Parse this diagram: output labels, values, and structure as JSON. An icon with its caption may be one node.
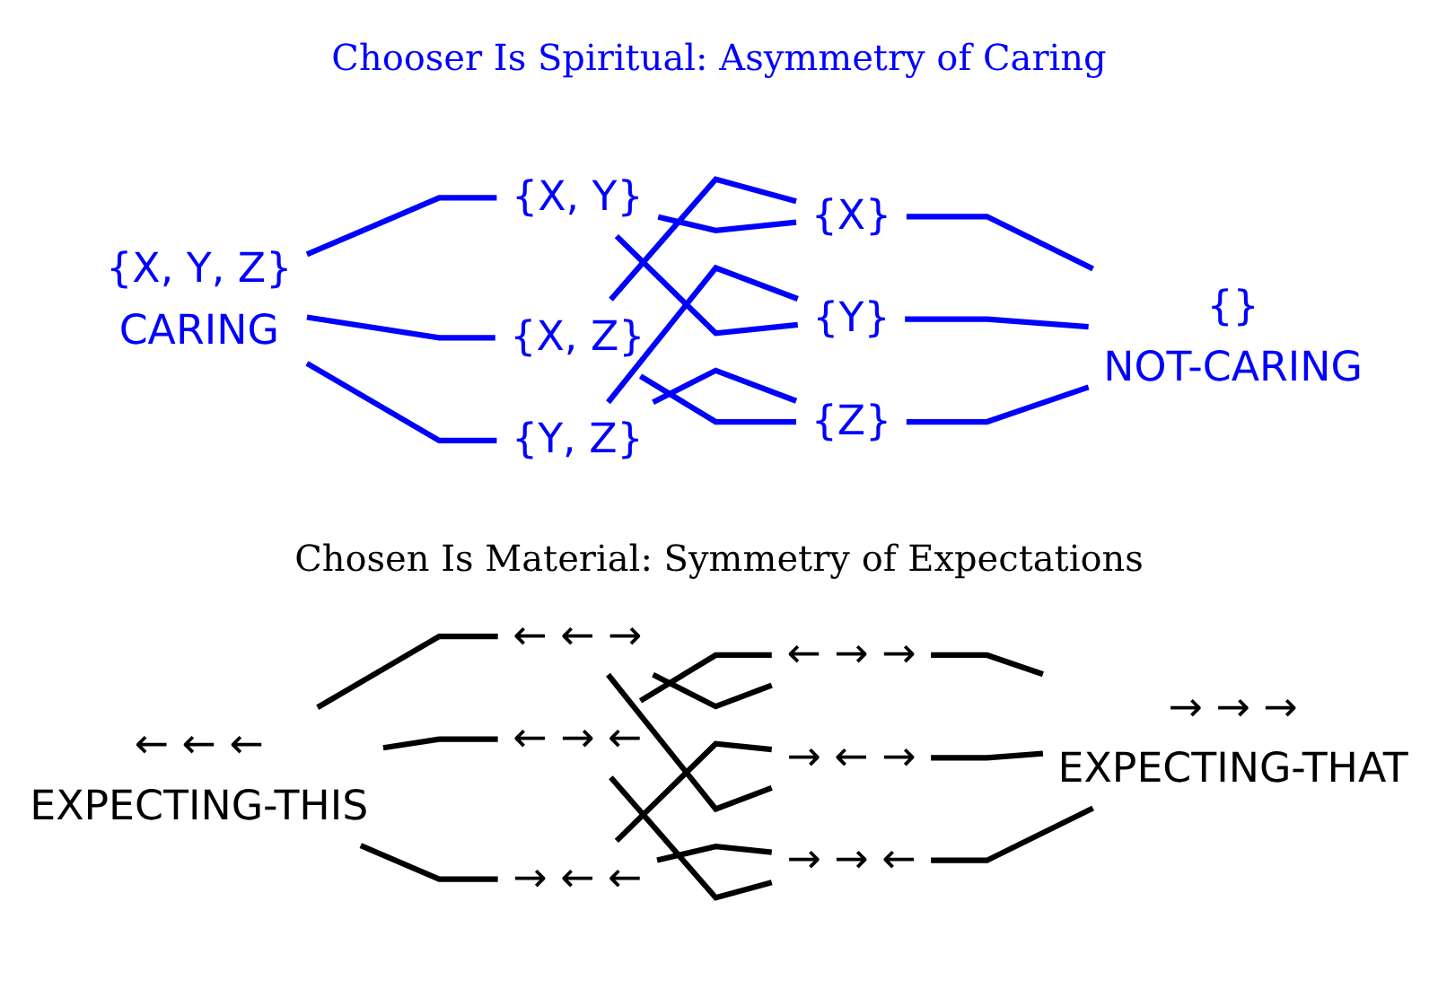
{
  "diagram": {
    "title": "Chooser Is Spiritual: Asymmetry of Caring",
    "nodes": [
      {
        "text": [
          "{X, Y, Z}"
        ],
        "beside": [
          "CARING"
        ]
      },
      {
        "text": [
          "{Y, Z}"
        ]
      },
      {
        "text": [
          "{X, Z}"
        ]
      },
      {
        "text": [
          "{X, Y}"
        ]
      },
      {
        "text": [
          "{X}"
        ]
      },
      {
        "text": [
          "{Y}"
        ]
      },
      {
        "text": [
          "{Z}"
        ]
      },
      {
        "text": [
          "{}"
        ],
        "beside": [
          "NOT-CARING"
        ]
      },
      {
        "text": [
          "← ← ←"
        ],
        "beside": [
          "EXPECTING-THIS"
        ]
      },
      {
        "text": [
          "→ ← ←"
        ]
      },
      {
        "text": [
          "← → ←"
        ]
      },
      {
        "text": [
          "← ← →"
        ]
      },
      {
        "text": [
          "← → →"
        ]
      },
      {
        "text": [
          "→ ← →"
        ]
      },
      {
        "text": [
          "→ → ←"
        ]
      },
      {
        "text": [
          "→ → →"
        ],
        "beside": [
          "EXPECTING-THAT"
        ]
      }
    ],
    "edges": [
      {
        "from": 0,
        "to": 1,
        "arrow": "none",
        "color": "#0000ff"
      },
      {
        "from": 0,
        "to": 2,
        "arrow": "none",
        "color": "#0000ff"
      },
      {
        "from": 0,
        "to": 3,
        "arrow": "none",
        "color": "#0000ff"
      },
      {
        "from": 1,
        "to": 5,
        "arrow": "none",
        "color": "#0000ff"
      },
      {
        "from": 1,
        "to": 6,
        "arrow": "none",
        "color": "#0000ff"
      },
      {
        "from": 2,
        "to": 4,
        "arrow": "none",
        "color": "#0000ff"
      },
      {
        "from": 2,
        "to": 6,
        "arrow": "none",
        "color": "#0000ff"
      },
      {
        "from": 3,
        "to": 4,
        "arrow": "none",
        "color": "#0000ff"
      },
      {
        "from": 3,
        "to": 5,
        "arrow": "none",
        "color": "#0000ff"
      },
      {
        "from": 4,
        "to": 7,
        "arrow": "none",
        "color": "#0000ff"
      },
      {
        "from": 5,
        "to": 7,
        "arrow": "none",
        "color": "#0000ff"
      },
      {
        "from": 6,
        "to": 7,
        "arrow": "none",
        "color": "#0000ff"
      },
      {
        "from": 8,
        "to": 9,
        "arrow": "none",
        "color": "#000000"
      },
      {
        "from": 8,
        "to": 10,
        "arrow": "none",
        "color": "#000000"
      },
      {
        "from": 8,
        "to": 11,
        "arrow": "none",
        "color": "#000000"
      },
      {
        "from": 9,
        "to": 13,
        "arrow": "none",
        "color": "#000000"
      },
      {
        "from": 9,
        "to": 14,
        "arrow": "none",
        "color": "#000000"
      },
      {
        "from": 10,
        "to": 12,
        "arrow": "none",
        "color": "#000000"
      },
      {
        "from": 10,
        "to": 14,
        "arrow": "none",
        "color": "#000000"
      },
      {
        "from": 11,
        "to": 12,
        "arrow": "none",
        "color": "#000000"
      },
      {
        "from": 11,
        "to": 13,
        "arrow": "none",
        "color": "#000000"
      },
      {
        "from": 12,
        "to": 15,
        "arrow": "none",
        "color": "#000000"
      },
      {
        "from": 13,
        "to": 15,
        "arrow": "none",
        "color": "#000000"
      },
      {
        "from": 14,
        "to": 15,
        "arrow": "none",
        "color": "#000000"
      }
    ],
    "labels": [
      "Chosen Is Material: Symmetry of Expectations"
    ]
  }
}
